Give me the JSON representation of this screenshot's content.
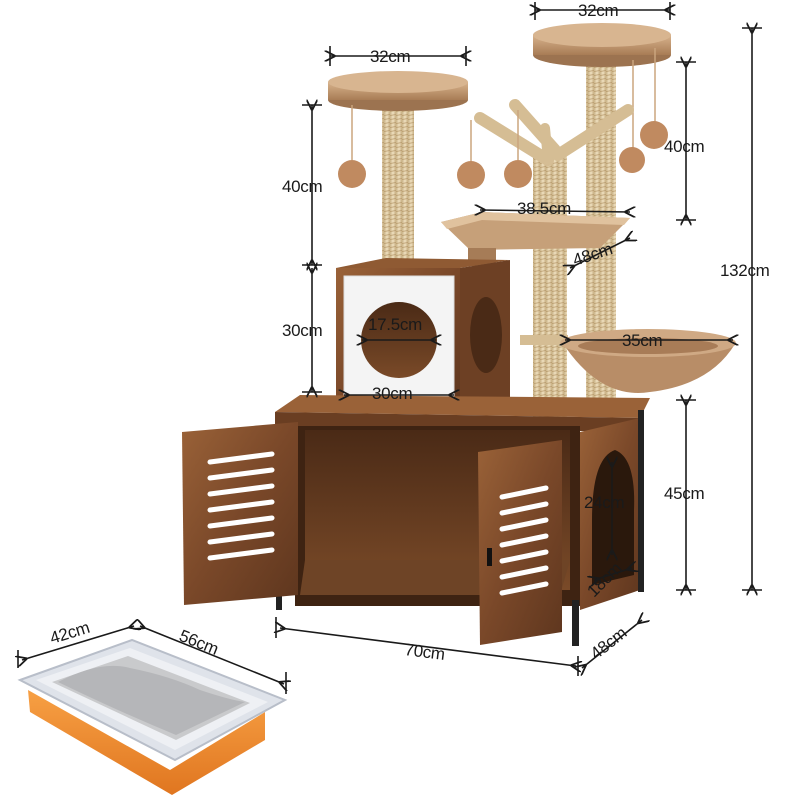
{
  "dimensions": {
    "top_platform_width": "32cm",
    "left_platform_width": "32cm",
    "left_post_height": "40cm",
    "right_post_height": "40cm",
    "total_height": "132cm",
    "perch_width": "38.5cm",
    "perch_depth": "48cm",
    "condo_height": "30cm",
    "condo_opening": "17.5cm",
    "condo_width": "30cm",
    "basket_width": "35cm",
    "cabinet_height": "45cm",
    "side_door_height": "24cm",
    "side_door_width": "18cm",
    "cabinet_width": "70cm",
    "cabinet_depth": "48cm",
    "litter_box_width": "42cm",
    "litter_box_length": "56cm"
  },
  "colors": {
    "wood_dark": "#5a3520",
    "wood_mid": "#8a5632",
    "wood_light": "#a8703f",
    "plush": "#c9a07a",
    "plush_dark": "#a67c57",
    "sisal": "#e4d2ad",
    "litter_orange": "#f08a2c",
    "litter_rim": "#d9dde4"
  }
}
